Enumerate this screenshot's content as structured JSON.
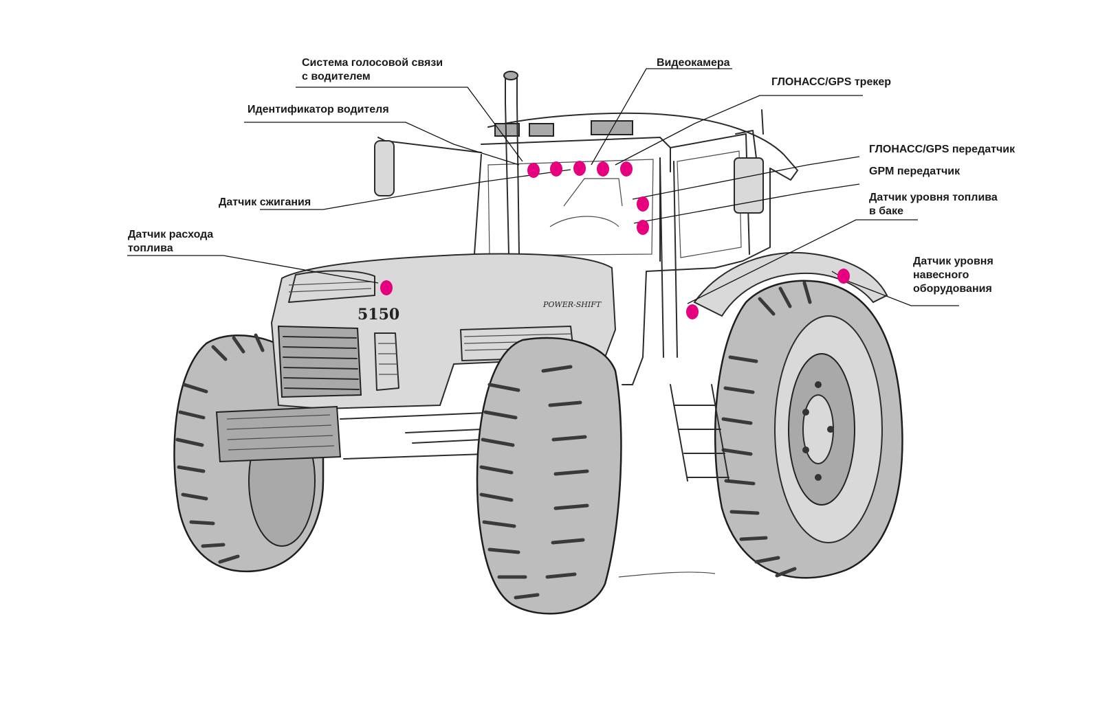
{
  "accent_color": "#e6007e",
  "tractor": {
    "model_badge": "5150",
    "side_badge": "POWER-SHIFT"
  },
  "labels": {
    "voice": {
      "lines": [
        "Система голосовой связи",
        "с водителем"
      ]
    },
    "driver_id": {
      "lines": [
        "Идентификатор водителя"
      ]
    },
    "combustion": {
      "lines": [
        "Датчик сжигания"
      ]
    },
    "fuel_flow": {
      "lines": [
        "Датчик расхода",
        "топлива"
      ]
    },
    "camera": {
      "lines": [
        "Видеокамера"
      ]
    },
    "tracker": {
      "lines": [
        "ГЛОНАСС/GPS трекер"
      ]
    },
    "transmitter": {
      "lines": [
        "ГЛОНАСС/GPS передатчик"
      ]
    },
    "gpm": {
      "lines": [
        "GPM передатчик"
      ]
    },
    "tank_level": {
      "lines": [
        "Датчик уровня топлива",
        "в баке"
      ]
    },
    "implement_level": {
      "lines": [
        "Датчик уровня",
        "навесного",
        "оборудования"
      ]
    }
  }
}
